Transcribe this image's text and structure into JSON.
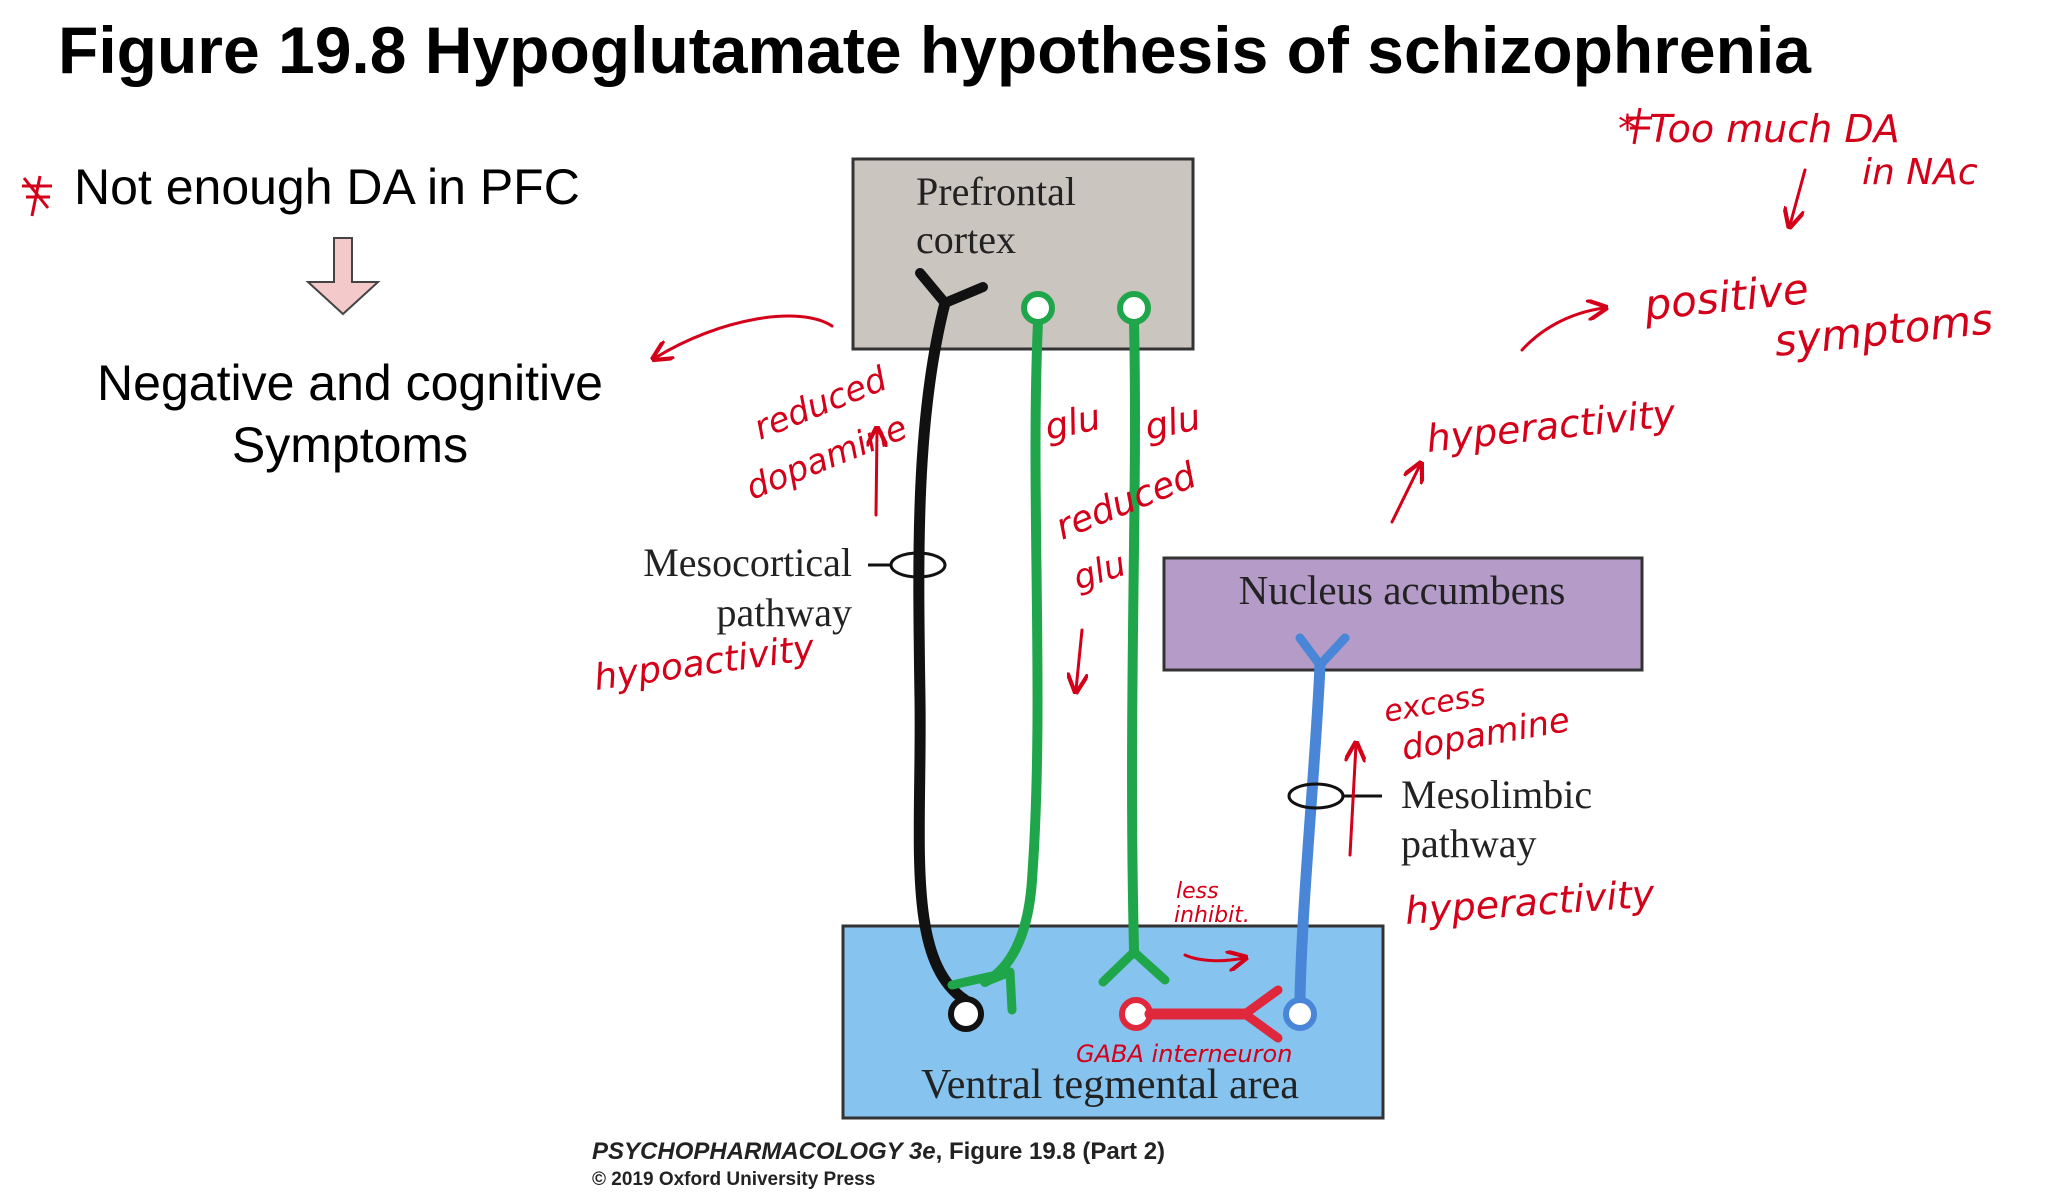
{
  "title": "Figure 19.8  Hypoglutamate hypothesis of schizophrenia",
  "left_panel": {
    "statement": "Not enough DA in PFC",
    "result_line1": "Negative and cognitive",
    "result_line2": "Symptoms",
    "marker": "*"
  },
  "diagram": {
    "prefrontal_line1": "Prefrontal",
    "prefrontal_line2": "cortex",
    "nucleus_accumbens": "Nucleus accumbens",
    "vta": "Ventral tegmental area",
    "mesocortical_line1": "Mesocortical",
    "mesocortical_line2": "pathway",
    "mesolimbic_line1": "Mesolimbic",
    "mesolimbic_line2": "pathway",
    "colors": {
      "prefrontal_box": "#cbc5c0",
      "accumbens_box": "#b59bc8",
      "vta_box": "#86c3ee",
      "dopamine_pathway": "#111111",
      "glutamate_pathway": "#20a64a",
      "mesolimbic_pathway": "#4a86d8",
      "gaba_interneuron": "#e0283c",
      "annotation_ink": "#d4001a"
    }
  },
  "annotations": {
    "reduced_dopamine_1": "reduced",
    "reduced_dopamine_2": "dopamine",
    "glu_1": "glu",
    "glu_2": "glu",
    "reduced_glu_1": "reduced",
    "reduced_glu_2": "glu",
    "hypoactivity": "hypoactivity",
    "too_much_1": "* Too much DA",
    "too_much_2": "in NAc",
    "positive_1": "positive",
    "positive_2": "symptoms",
    "hyperactivity_top": "hyperactivity",
    "excess_1": "excess",
    "excess_2": "dopamine",
    "hyperactivity_bottom": "hyperactivity",
    "less_inhibit_1": "less",
    "less_inhibit_2": "inhibit.",
    "gaba_interneuron": "GABA interneuron"
  },
  "credit": {
    "book": "PSYCHOPHARMACOLOGY 3e",
    "figure": ", Figure 19.8 (Part 2)",
    "copyright": "© 2019 Oxford University Press"
  }
}
